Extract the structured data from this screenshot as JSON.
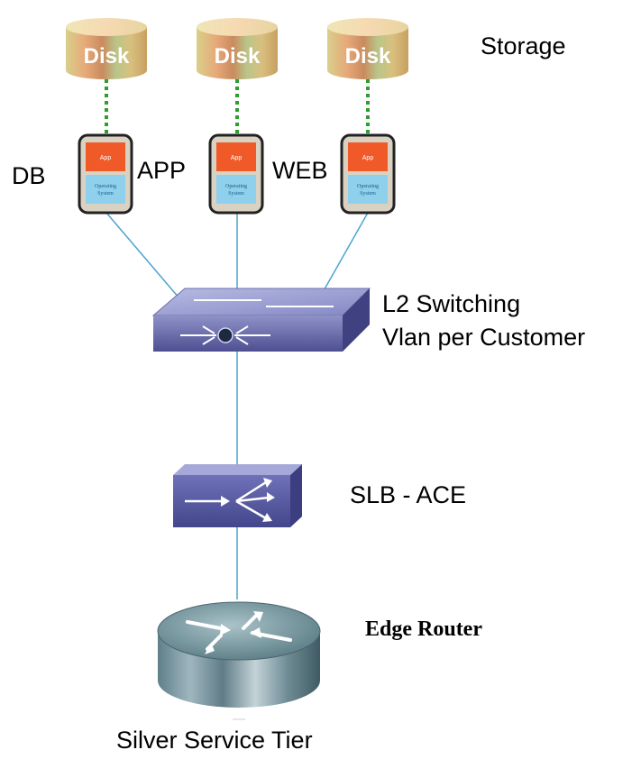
{
  "storage": {
    "label": "Storage",
    "disks": [
      {
        "label": "Disk"
      },
      {
        "label": "Disk"
      },
      {
        "label": "Disk"
      }
    ]
  },
  "servers": [
    {
      "role": "DB",
      "app_text": "App",
      "os_text_1": "Operating",
      "os_text_2": "System"
    },
    {
      "role": "APP",
      "app_text": "App",
      "os_text_1": "Operating",
      "os_text_2": "System"
    },
    {
      "role": "WEB",
      "app_text": "App",
      "os_text_1": "Operating",
      "os_text_2": "System"
    }
  ],
  "switch": {
    "line1": "L2 Switching",
    "line2": "Vlan per Customer"
  },
  "load_balancer": {
    "label": "SLB - ACE"
  },
  "router": {
    "label": "Edge Router"
  },
  "caption": "Silver Service Tier",
  "colors": {
    "link": "#4aa3cf",
    "storage_link": "#2e9e2e",
    "app_box": "#f05a28",
    "os_box": "#8fd0ec",
    "device": "#5a5a9c"
  }
}
